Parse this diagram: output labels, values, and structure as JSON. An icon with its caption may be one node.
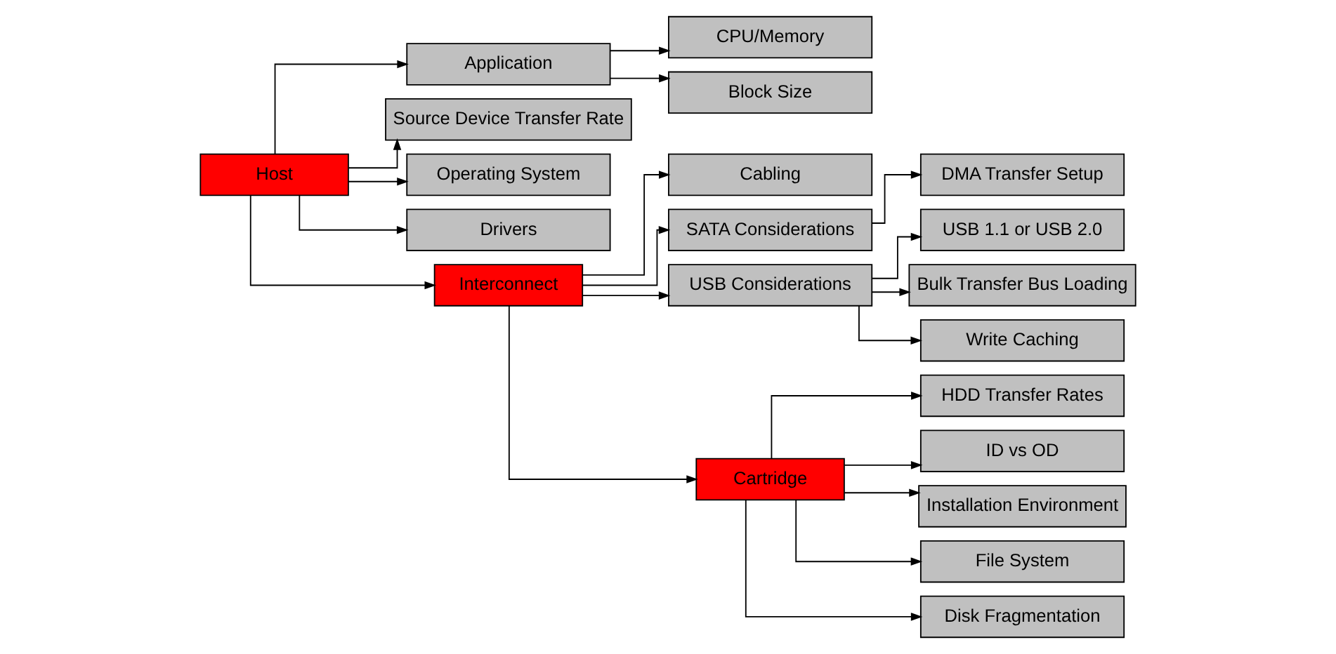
{
  "diagram": {
    "nodes": [
      {
        "text": [
          "Host"
        ]
      },
      {
        "text": [
          "Application"
        ]
      },
      {
        "text": [
          "CPU/Memory"
        ]
      },
      {
        "text": [
          "Block Size"
        ]
      },
      {
        "text": [
          "Source Device Transfer Rate"
        ]
      },
      {
        "text": [
          "Operating System"
        ]
      },
      {
        "text": [
          "Drivers"
        ]
      },
      {
        "text": [
          "Interconnect"
        ]
      },
      {
        "text": [
          "Cabling"
        ]
      },
      {
        "text": [
          "SATA Considerations"
        ]
      },
      {
        "text": [
          "DMA Transfer Setup"
        ]
      },
      {
        "text": [
          "USB Considerations"
        ]
      },
      {
        "text": [
          "USB 1.1 or USB 2.0"
        ]
      },
      {
        "text": [
          "Bulk Transfer Bus Loading"
        ]
      },
      {
        "text": [
          "Write Caching"
        ]
      },
      {
        "text": [
          "Cartridge"
        ]
      },
      {
        "text": [
          "HDD Transfer Rates"
        ]
      },
      {
        "text": [
          "ID vs OD"
        ]
      },
      {
        "text": [
          "Installation Environment"
        ]
      },
      {
        "text": [
          "File System"
        ]
      },
      {
        "text": [
          "Disk Fragmentation"
        ]
      }
    ],
    "edges": [
      {
        "from": 0,
        "to": 7,
        "arrow": "to"
      },
      {
        "from": 7,
        "to": 15,
        "arrow": "to"
      },
      {
        "from": 0,
        "to": 1,
        "arrow": "to"
      },
      {
        "from": 1,
        "to": 2,
        "arrow": "to"
      },
      {
        "from": 1,
        "to": 3,
        "arrow": "to"
      },
      {
        "from": 0,
        "to": 4,
        "arrow": "to"
      },
      {
        "from": 0,
        "to": 5,
        "arrow": "to"
      },
      {
        "from": 0,
        "to": 6,
        "arrow": "to"
      },
      {
        "from": 7,
        "to": 8,
        "arrow": "to"
      },
      {
        "from": 7,
        "to": 9,
        "arrow": "to"
      },
      {
        "from": 9,
        "to": 10,
        "arrow": "to"
      },
      {
        "from": 7,
        "to": 11,
        "arrow": "to"
      },
      {
        "from": 11,
        "to": 12,
        "arrow": "to"
      },
      {
        "from": 11,
        "to": 13,
        "arrow": "to"
      },
      {
        "from": 11,
        "to": 14,
        "arrow": "to"
      },
      {
        "from": 15,
        "to": 16,
        "arrow": "to"
      },
      {
        "from": 15,
        "to": 17,
        "arrow": "to"
      },
      {
        "from": 15,
        "to": 18,
        "arrow": "to"
      },
      {
        "from": 15,
        "to": 19,
        "arrow": "to"
      },
      {
        "from": 15,
        "to": 20,
        "arrow": "to"
      }
    ]
  }
}
